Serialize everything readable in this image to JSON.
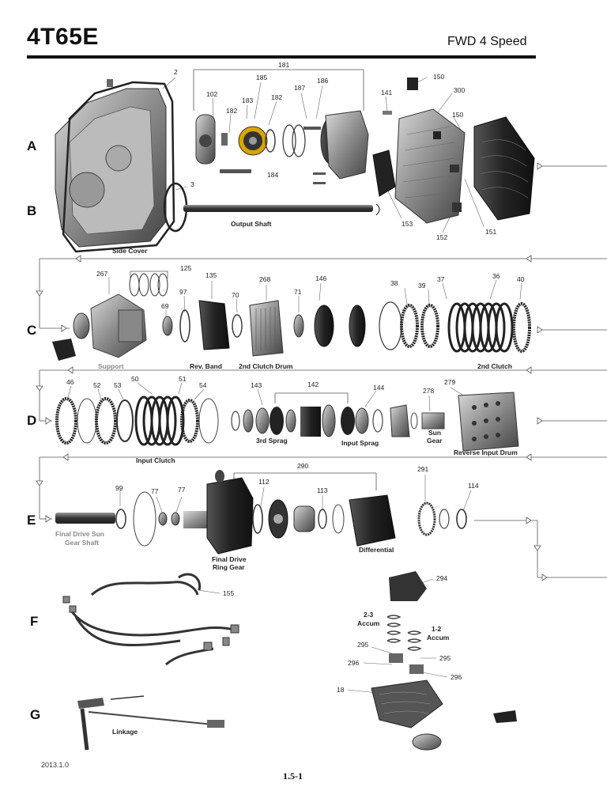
{
  "header": {
    "title": "4T65E",
    "subtitle": "FWD 4 Speed"
  },
  "rows": [
    "A",
    "B",
    "C",
    "D",
    "E",
    "F",
    "G"
  ],
  "callouts": {
    "n2": "2",
    "n181": "181",
    "n185": "185",
    "n183": "183",
    "n182a": "182",
    "n182b": "182",
    "n187": "187",
    "n186": "186",
    "n102": "102",
    "n184": "184",
    "n141": "141",
    "n150a": "150",
    "n300": "300",
    "n150b": "150",
    "n153": "153",
    "n152": "152",
    "n151": "151",
    "n3": "3",
    "n125": "125",
    "n267": "267",
    "n135": "135",
    "n268": "268",
    "n146": "146",
    "n97": "97",
    "n69": "69",
    "n70": "70",
    "n71": "71",
    "n38": "38",
    "n39": "39",
    "n37": "37",
    "n36": "36",
    "n40": "40",
    "n46": "46",
    "n52": "52",
    "n53": "53",
    "n50": "50",
    "n51": "51",
    "n54": "54",
    "n143": "143",
    "n142": "142",
    "n144": "144",
    "n278": "278",
    "n279": "279",
    "n290": "290",
    "n99": "99",
    "n77a": "77",
    "n77b": "77",
    "n112": "112",
    "n113": "113",
    "n291": "291",
    "n114": "114",
    "n155": "155",
    "n294": "294",
    "n295a": "295",
    "n295b": "295",
    "n296a": "296",
    "n296b": "296",
    "n18": "18"
  },
  "part_labels": {
    "side_cover": "Side Cover",
    "output_shaft": "Output Shaft",
    "support": "Support",
    "rev_band": "Rev. Band",
    "clutch2_drum": "2nd Clutch Drum",
    "clutch2": "2nd Clutch",
    "input_clutch": "Input Clutch",
    "sprag3": "3rd Sprag",
    "input_sprag": "Input Sprag",
    "sun_gear_1": "Sun",
    "sun_gear_2": "Gear",
    "rev_input_drum": "Reverse Input Drum",
    "fd_sun_1": "Final Drive Sun",
    "fd_sun_2": "Gear Shaft",
    "fd_ring_1": "Final Drive",
    "fd_ring_2": "Ring Gear",
    "differential": "Differential",
    "accum23_1": "2-3",
    "accum23_2": "Accum",
    "accum12_1": "1-2",
    "accum12_2": "Accum",
    "linkage": "Linkage"
  },
  "footer": {
    "version": "2013.1.0",
    "page": "1.5-1"
  }
}
